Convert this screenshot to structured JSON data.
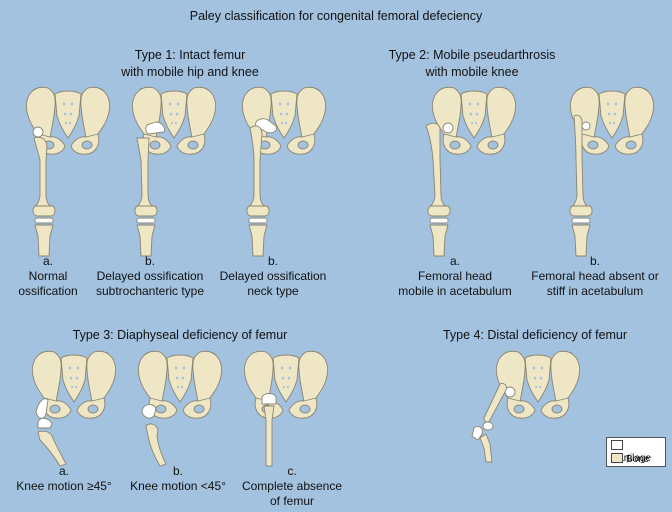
{
  "title": "Paley classification for congenital femoral defeciency",
  "type1": {
    "heading1": "Type 1: Intact femur",
    "heading2": "with mobile hip and knee",
    "a": {
      "letter": "a.",
      "line1": "Normal",
      "line2": "ossification"
    },
    "b1": {
      "letter": "b.",
      "line1": "Delayed ossification",
      "line2": "subtrochanteric type"
    },
    "b2": {
      "letter": "b.",
      "line1": "Delayed ossification",
      "line2": "neck type"
    }
  },
  "type2": {
    "heading1": "Type 2: Mobile pseudarthrosis",
    "heading2": "with mobile knee",
    "a": {
      "letter": "a.",
      "line1": "Femoral head",
      "line2": "mobile in acetabulum"
    },
    "b": {
      "letter": "b.",
      "line1": "Femoral head absent or",
      "line2": "stiff in acetabulum"
    }
  },
  "type3": {
    "heading": "Type 3: Diaphyseal deficiency of femur",
    "a": {
      "letter": "a.",
      "line1": "Knee motion ≥45°"
    },
    "b": {
      "letter": "b.",
      "line1": "Knee motion <45°"
    },
    "c": {
      "letter": "c.",
      "line1": "Complete absence",
      "line2": "of femur"
    }
  },
  "type4": {
    "heading": "Type 4: Distal deficiency of femur"
  },
  "legend": {
    "cartilage": "Cartilage",
    "bone": "Bone",
    "cartilage_color": "#ffffff",
    "bone_color": "#efe6c6"
  }
}
